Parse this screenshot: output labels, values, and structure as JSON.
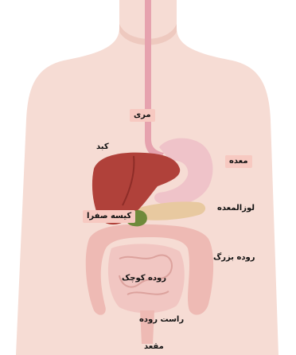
{
  "labels": {
    "esophagus": "مری",
    "liver": "کبد",
    "stomach": "معده",
    "pancreas": "لوزالمعده",
    "gallbladder": "کیسه صفرا",
    "large_intestine": "روده بزرگ",
    "small_intestine": "روده کوچک",
    "rectum": "راست روده",
    "anus": "مقعد"
  },
  "colors": {
    "skin": "#f6dcd4",
    "skin_shadow": "#eec9bf",
    "esophagus": "#e6a2ae",
    "stomach": "#efc3c9",
    "liver": "#b0413a",
    "liver_dark": "#8e2d28",
    "pancreas": "#e8c9a0",
    "gallbladder": "#6f8a3b",
    "intestine_large": "#eebab4",
    "intestine_small": "#f1c6c2",
    "label_bg": "#f7c9c1"
  }
}
